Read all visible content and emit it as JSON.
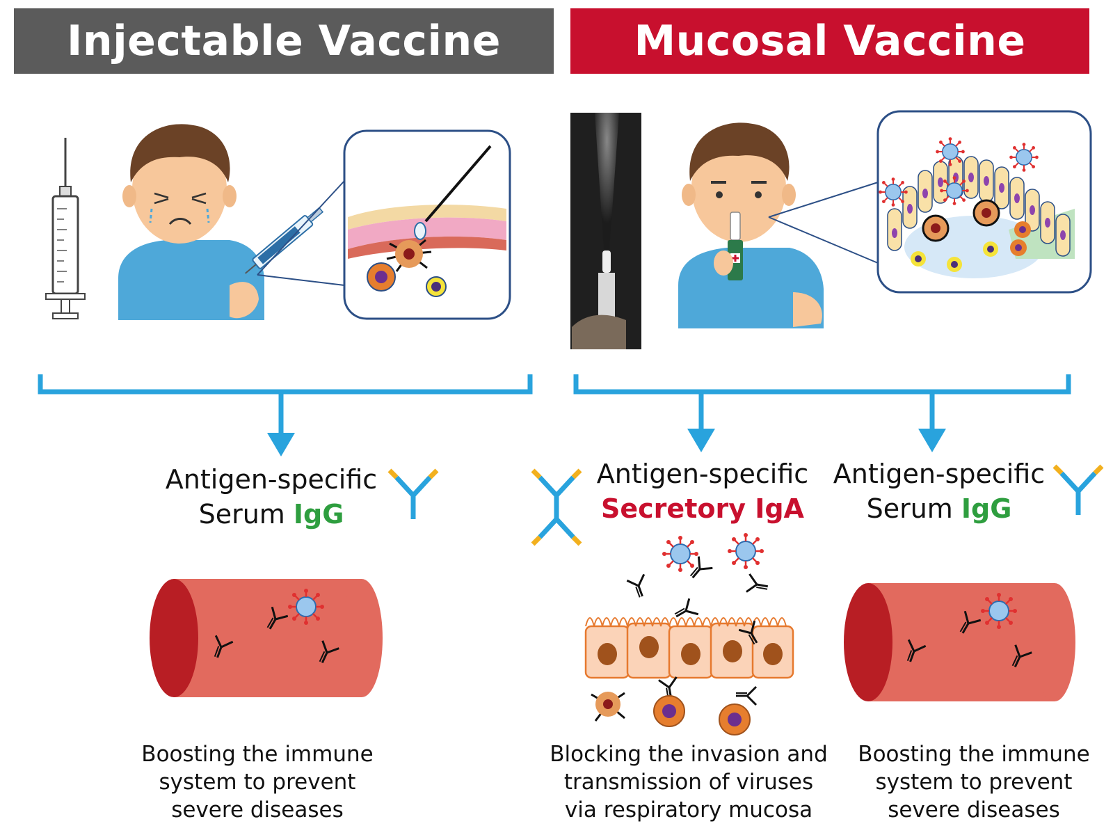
{
  "banners": {
    "left": "Injectable Vaccine",
    "right": "Mucosal Vaccine"
  },
  "outcomes": {
    "left": {
      "line1": "Antigen-specific",
      "line2a": "Serum ",
      "line2b": "IgG"
    },
    "middle": {
      "line1": "Antigen-specific",
      "line2": "Secretory IgA"
    },
    "right": {
      "line1": "Antigen-specific",
      "line2a": "Serum ",
      "line2b": "IgG"
    }
  },
  "descriptions": {
    "left": [
      "Boosting the immune",
      "system to prevent",
      "severe diseases"
    ],
    "middle": [
      "Blocking the invasion and",
      "transmission of viruses",
      "via respiratory mucosa"
    ],
    "right": [
      "Boosting the immune",
      "system to prevent",
      "severe diseases"
    ]
  },
  "colors": {
    "banner_left": "#5b5b5b",
    "banner_right": "#c8102e",
    "arrow_blue": "#29a3dd",
    "igg_green": "#2e9e3f",
    "iga_red": "#c8102e",
    "vessel": "#e26a5e"
  },
  "icons": [
    "syringe-icon",
    "crying-boy-icon",
    "nasal-spray-icon",
    "boy-spraying-nose-icon",
    "skin-injection-inset-icon",
    "mucosa-inset-icon",
    "antibody-icon",
    "blood-vessel-icon",
    "epithelium-icon",
    "virus-icon"
  ]
}
